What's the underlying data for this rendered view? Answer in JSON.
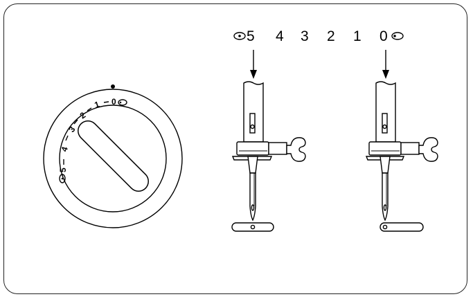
{
  "scale": {
    "labels": [
      "5",
      "4",
      "3",
      "2",
      "1",
      "0"
    ],
    "left_symbol": "hole-left-icon",
    "right_symbol": "hole-right-icon"
  },
  "dial": {
    "labels": [
      "5",
      "4",
      "3",
      "2",
      "1",
      "0"
    ],
    "indicator": "dot-marker"
  },
  "needles": [
    {
      "position": "5",
      "hole_position": "center"
    },
    {
      "position": "0",
      "hole_position": "left"
    }
  ]
}
